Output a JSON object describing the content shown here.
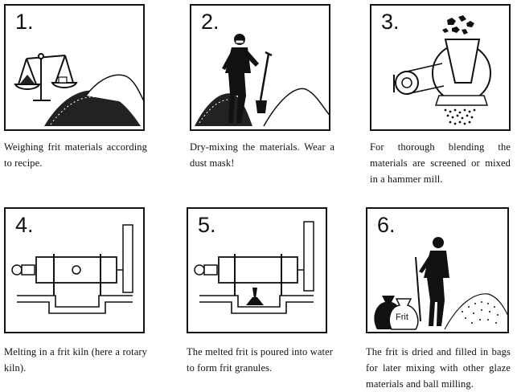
{
  "steps": [
    {
      "number": "1.",
      "caption": "Weighing frit materials according to recipe.",
      "image": "balance-scale-and-material-heaps"
    },
    {
      "number": "2.",
      "caption": "Dry-mixing the materials. Wear a dust mask!",
      "image": "worker-with-shovel-and-mask"
    },
    {
      "number": "3.",
      "caption": "For thorough blending the materials are screened or mixed in a hammer mill.",
      "image": "hammer-mill"
    },
    {
      "number": "4.",
      "caption": "Melting in a frit kiln (here a rotary kiln).",
      "image": "rotary-kiln"
    },
    {
      "number": "5.",
      "caption": "The melted frit is poured into water to form frit granules.",
      "image": "rotary-kiln-pouring-into-water"
    },
    {
      "number": "6.",
      "caption": "The frit is dried and filled in bags for later mixing with other glaze materials and ball milling.",
      "image": "worker-with-frit-bags"
    }
  ],
  "bag_label": "Frit"
}
